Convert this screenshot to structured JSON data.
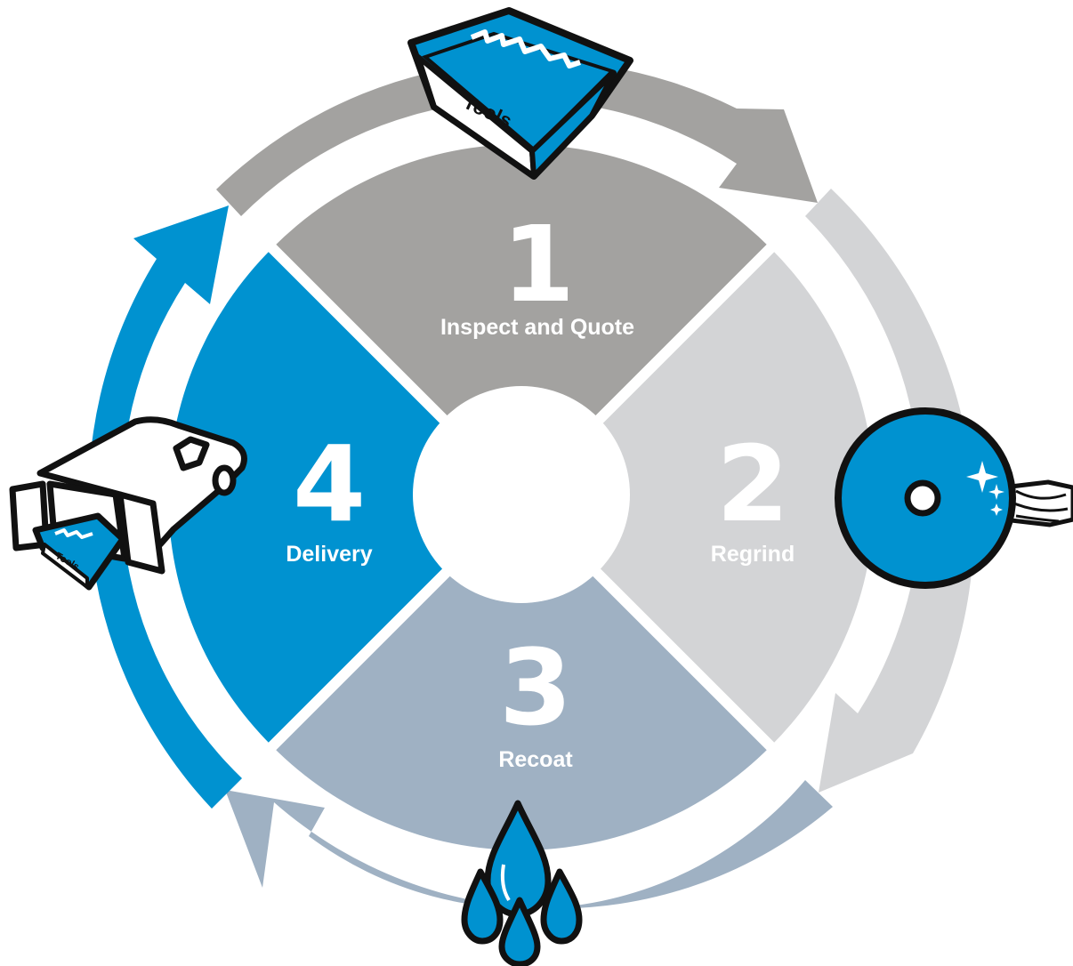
{
  "colors": {
    "inspect": "#a3a2a0",
    "regrind": "#d3d4d6",
    "recoat": "#9fb1c3",
    "delivery": "#0092d0",
    "white": "#ffffff",
    "outline": "#111111"
  },
  "steps": [
    {
      "number": "1",
      "label": "Inspect and Quote"
    },
    {
      "number": "2",
      "label": "Regrind"
    },
    {
      "number": "3",
      "label": "Recoat"
    },
    {
      "number": "4",
      "label": "Delivery"
    }
  ],
  "icons": {
    "toolbox": {
      "name": "toolbox-icon",
      "label": "Tools"
    },
    "grinder": {
      "name": "grinding-wheel-icon"
    },
    "drops": {
      "name": "coating-drops-icon"
    },
    "van": {
      "name": "delivery-van-icon",
      "label": "Tools"
    }
  }
}
